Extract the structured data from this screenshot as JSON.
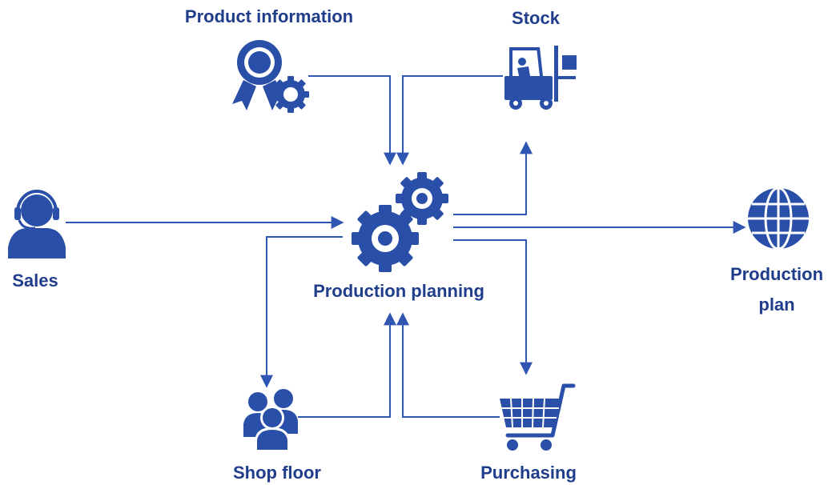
{
  "diagram": {
    "labels": {
      "product_information": "Product information",
      "stock": "Stock",
      "sales": "Sales",
      "production_planning": "Production planning",
      "production_plan_line1": "Production",
      "production_plan_line2": "plan",
      "shop_floor": "Shop floor",
      "purchasing": "Purchasing"
    },
    "icons": {
      "product_information": "certificate-gear-icon",
      "stock": "forklift-icon",
      "sales": "headset-agent-icon",
      "production_planning": "gears-icon",
      "production_plan": "globe-icon",
      "shop_floor": "team-icon",
      "purchasing": "shopping-cart-icon"
    },
    "colors": {
      "primary": "#2a4fa8",
      "text": "#1f3d8a",
      "arrow": "#2f56b3",
      "background": "#ffffff"
    }
  }
}
